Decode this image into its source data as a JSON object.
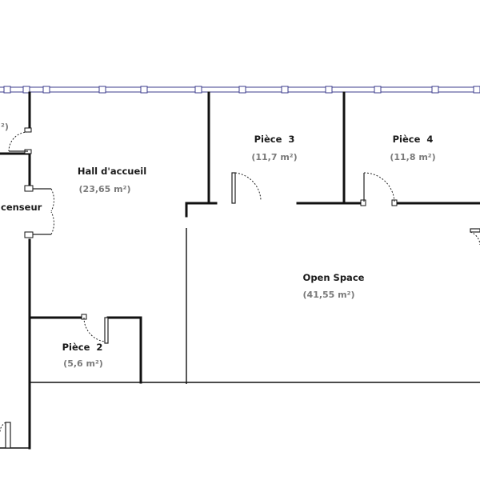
{
  "plan": {
    "rooms": {
      "top_left_partial_area": "²)",
      "hall": {
        "name": "Hall d'accueil",
        "area": "(23,65 m²)"
      },
      "piece3": {
        "name": "Pièce  3",
        "area": "(11,7 m²)"
      },
      "piece4": {
        "name": "Pièce  4",
        "area": "(11,8 m²)"
      },
      "ascenseur": {
        "name": "censeur"
      },
      "open_space": {
        "name": "Open Space",
        "area": "(41,55 m²)"
      },
      "piece2": {
        "name": "Pièce  2",
        "area": "(5,6 m²)"
      }
    },
    "colors": {
      "wall": "#111111",
      "window": "#3c3c8c",
      "area_text": "#7a7a7a"
    }
  }
}
